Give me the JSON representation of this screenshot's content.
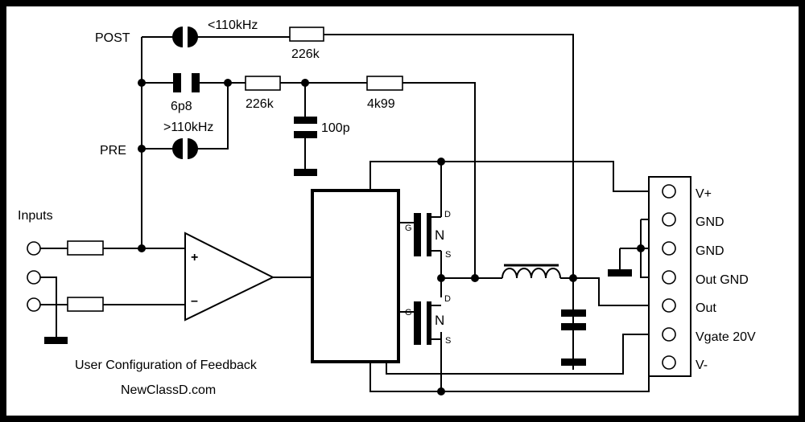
{
  "labels": {
    "post": "POST",
    "pre": "PRE",
    "inputs": "Inputs",
    "cap_post": "<110kHz",
    "r_post": "226k",
    "cap_pre_value": "6p8",
    "cap_pre_freq": ">110kHz",
    "r_pre": "226k",
    "cap_filter": "100p",
    "r_filter": "4k99",
    "opamp_plus": "+",
    "opamp_minus": "–",
    "fet_top_gate": "G",
    "fet_top_drain": "D",
    "fet_top_type": "N",
    "fet_top_source": "S",
    "fet_bottom_gate": "G",
    "fet_bottom_drain": "D",
    "fet_bottom_type": "N",
    "fet_bottom_source": "S",
    "caption": "User Configuration of Feedback",
    "website": "NewClassD.com"
  },
  "connector": {
    "pins": [
      "V+",
      "GND",
      "GND",
      "Out GND",
      "Out",
      "Vgate 20V",
      "V-"
    ]
  }
}
